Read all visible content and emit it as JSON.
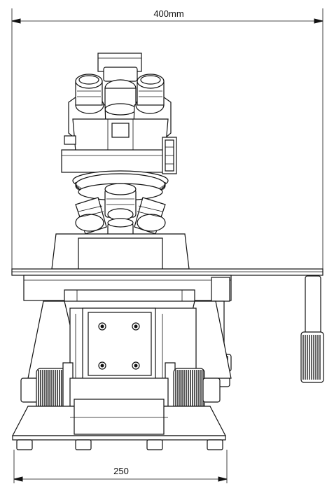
{
  "dimensions": {
    "width_label": "400mm",
    "base_label": "250"
  },
  "colors": {
    "line": "#111111",
    "background": "#ffffff"
  },
  "icons": {
    "arrowhead": "filled-triangle"
  }
}
